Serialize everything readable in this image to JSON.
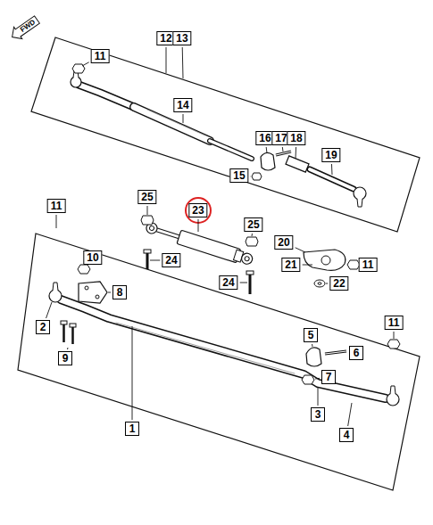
{
  "diagram": {
    "labels": [
      "FWD",
      "12",
      "13",
      "11",
      "14",
      "16",
      "17",
      "18",
      "15",
      "19",
      "11",
      "25",
      "23",
      "25",
      "20",
      "21",
      "11",
      "10",
      "8",
      "24",
      "24",
      "22",
      "2",
      "9",
      "11",
      "5",
      "6",
      "7",
      "3",
      "4",
      "1"
    ]
  }
}
